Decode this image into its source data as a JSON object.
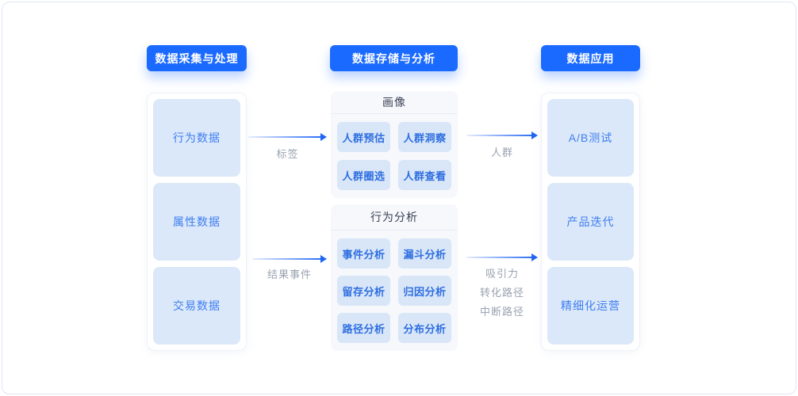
{
  "colors": {
    "header_blue": "#1b6aff",
    "box_fill": "#dbe8f9",
    "chip_fill": "#d8e6f8",
    "box_text_blue": "#3f7ef0",
    "chip_text_blue": "#2e6ee0",
    "group_bg": "#f6f8fc",
    "group_title_text": "#3a4254",
    "arrow_blue": "#1f66f5",
    "label_gray": "#9aa3b2",
    "frame_border": "#e0e5f6"
  },
  "columns": [
    {
      "header": "数据采集与处理",
      "items": [
        "行为数据",
        "属性数据",
        "交易数据"
      ]
    },
    {
      "header": "数据存储与分析",
      "groups": [
        {
          "title": "画像",
          "items": [
            "人群预估",
            "人群洞察",
            "人群圈选",
            "人群查看"
          ]
        },
        {
          "title": "行为分析",
          "items": [
            "事件分析",
            "漏斗分析",
            "留存分析",
            "归因分析",
            "路径分析",
            "分布分析"
          ]
        }
      ]
    },
    {
      "header": "数据应用",
      "items": [
        "A/B测试",
        "产品迭代",
        "精细化运营"
      ]
    }
  ],
  "arrows": [
    {
      "labels": [
        "标签"
      ]
    },
    {
      "labels": [
        "结果事件"
      ]
    },
    {
      "labels": [
        "人群"
      ]
    },
    {
      "labels": [
        "吸引力",
        "转化路径",
        "中断路径"
      ]
    }
  ]
}
